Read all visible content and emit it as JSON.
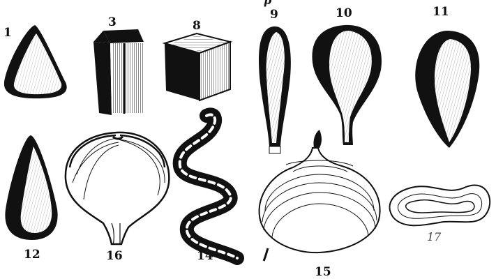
{
  "header_fragment": "p",
  "figures": [
    {
      "id": "fig-1",
      "label": "1",
      "shape": "rounded-cone"
    },
    {
      "id": "fig-3",
      "label": "3",
      "shape": "hexagonal-prism"
    },
    {
      "id": "fig-8",
      "label": "8",
      "shape": "cube"
    },
    {
      "id": "fig-9",
      "label": "9",
      "shape": "club-shaped-stalk"
    },
    {
      "id": "fig-10",
      "label": "10",
      "shape": "bulb-on-stalk"
    },
    {
      "id": "fig-11",
      "label": "11",
      "shape": "inverted-pear"
    },
    {
      "id": "fig-12",
      "label": "12",
      "shape": "teardrop"
    },
    {
      "id": "fig-16",
      "label": "16",
      "shape": "ribbed-bulb-on-stalk"
    },
    {
      "id": "fig-14",
      "label": "14",
      "shape": "spiral-coil"
    },
    {
      "id": "fig-15",
      "label": "15",
      "shape": "turban-spiral-shell"
    },
    {
      "id": "fig-17",
      "label": "17",
      "shape": "dumbbell-ring"
    }
  ],
  "colors": {
    "ink": "#111111",
    "paper": "#ffffff",
    "label_light": "#444444"
  }
}
